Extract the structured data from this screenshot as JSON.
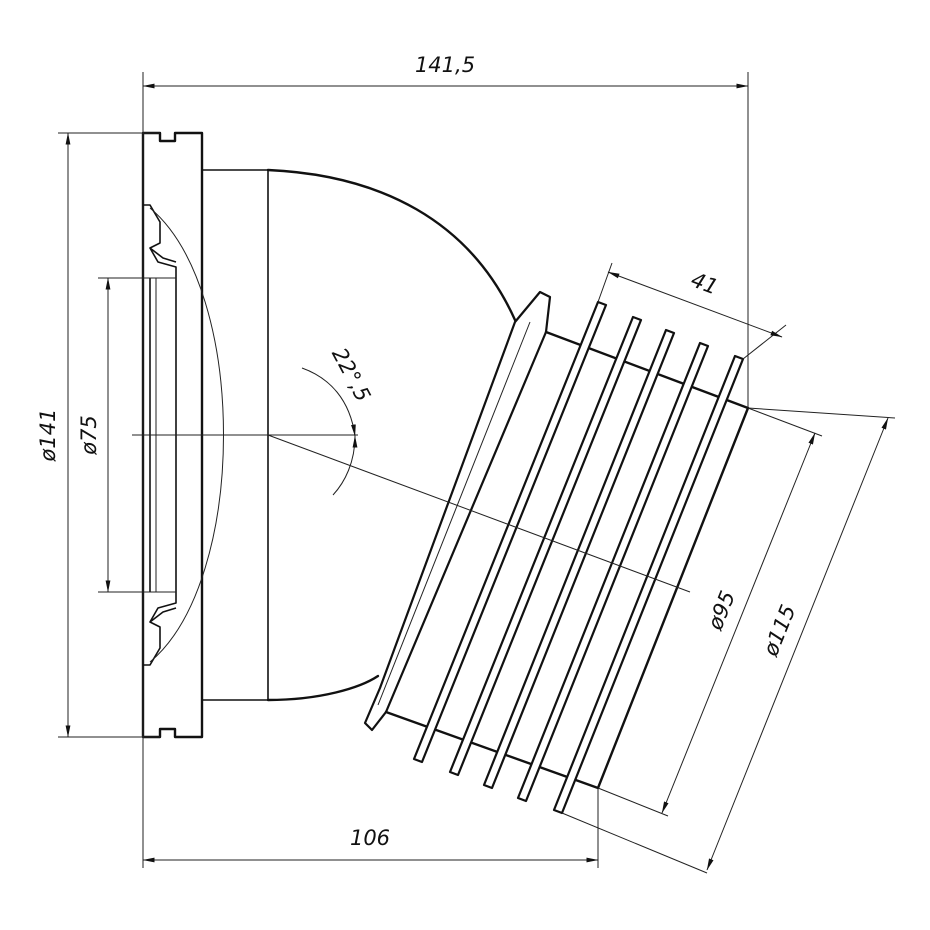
{
  "dimensions": {
    "overall_length": "141,5",
    "base_length": "106",
    "outer_flange_diameter": "ø141",
    "inner_flange_diameter": "ø75",
    "bend_angle": "22°,5",
    "corrugated_length": "41",
    "outlet_diameter_small": "ø95",
    "outlet_diameter_large": "ø115"
  }
}
